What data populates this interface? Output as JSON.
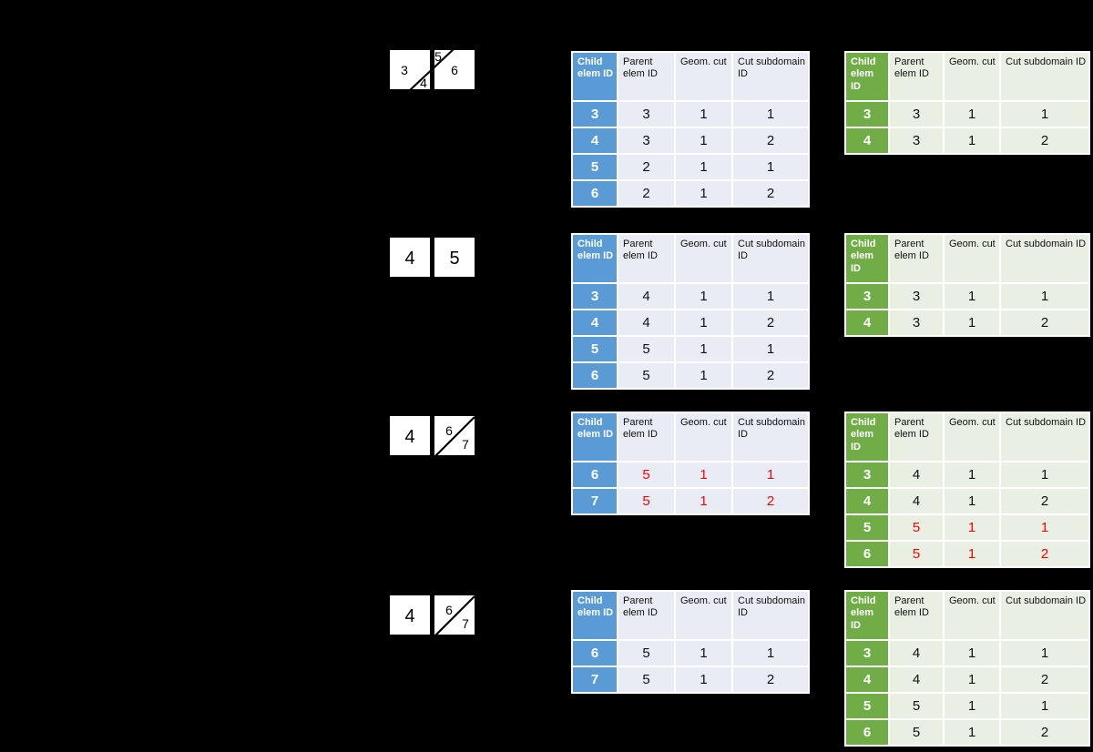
{
  "colors": {
    "background": "#000000",
    "blue_strong": "#5B9BD5",
    "blue_light": "#E9ECF4",
    "green_strong": "#70AD47",
    "green_light": "#E9EFE2",
    "highlight_red": "#FF0000",
    "cell_border": "#FFFFFF",
    "diagram_square": "#FFFFFF",
    "text": "#111111"
  },
  "table_headers": [
    "Child elem ID",
    "Parent elem ID",
    "Geom. cut",
    "Cut subdomain ID"
  ],
  "groups": [
    {
      "diagram": {
        "type": "split-both",
        "labels": [
          "3",
          "4",
          "5",
          "6"
        ]
      },
      "blue_table": {
        "rows": [
          [
            "3",
            "3",
            "1",
            "1"
          ],
          [
            "4",
            "3",
            "1",
            "2"
          ],
          [
            "5",
            "2",
            "1",
            "1"
          ],
          [
            "6",
            "2",
            "1",
            "2"
          ]
        ],
        "red_rows": []
      },
      "green_table": {
        "rows": [
          [
            "3",
            "3",
            "1",
            "1"
          ],
          [
            "4",
            "3",
            "1",
            "2"
          ]
        ],
        "red_rows": []
      }
    },
    {
      "diagram": {
        "type": "plain",
        "labels": [
          "4",
          "5"
        ]
      },
      "blue_table": {
        "rows": [
          [
            "3",
            "4",
            "1",
            "1"
          ],
          [
            "4",
            "4",
            "1",
            "2"
          ],
          [
            "5",
            "5",
            "1",
            "1"
          ],
          [
            "6",
            "5",
            "1",
            "2"
          ]
        ],
        "red_rows": []
      },
      "green_table": {
        "rows": [
          [
            "3",
            "3",
            "1",
            "1"
          ],
          [
            "4",
            "3",
            "1",
            "2"
          ]
        ],
        "red_rows": []
      }
    },
    {
      "diagram": {
        "type": "split-right",
        "labels": [
          "4",
          "6",
          "7"
        ]
      },
      "blue_table": {
        "rows": [
          [
            "6",
            "5",
            "1",
            "1"
          ],
          [
            "7",
            "5",
            "1",
            "2"
          ]
        ],
        "red_rows": [
          0,
          1
        ]
      },
      "green_table": {
        "rows": [
          [
            "3",
            "4",
            "1",
            "1"
          ],
          [
            "4",
            "4",
            "1",
            "2"
          ],
          [
            "5",
            "5",
            "1",
            "1"
          ],
          [
            "6",
            "5",
            "1",
            "2"
          ]
        ],
        "red_rows": [
          2,
          3
        ]
      }
    },
    {
      "diagram": {
        "type": "split-right",
        "labels": [
          "4",
          "6",
          "7"
        ]
      },
      "blue_table": {
        "rows": [
          [
            "6",
            "5",
            "1",
            "1"
          ],
          [
            "7",
            "5",
            "1",
            "2"
          ]
        ],
        "red_rows": []
      },
      "green_table": {
        "rows": [
          [
            "3",
            "4",
            "1",
            "1"
          ],
          [
            "4",
            "4",
            "1",
            "2"
          ],
          [
            "5",
            "5",
            "1",
            "1"
          ],
          [
            "6",
            "5",
            "1",
            "2"
          ]
        ],
        "red_rows": []
      }
    }
  ]
}
